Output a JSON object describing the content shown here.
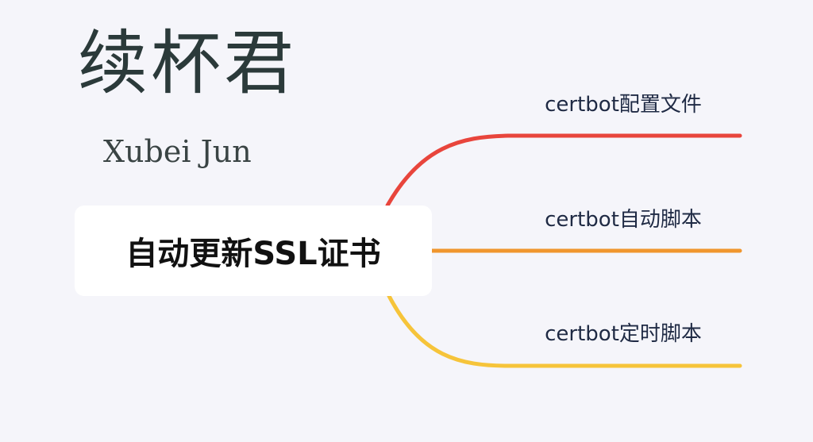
{
  "brand": {
    "name_cn": "续杯君",
    "name_en": "Xubei Jun"
  },
  "mindmap": {
    "root": "自动更新SSL证书",
    "children": [
      {
        "label": "certbot配置文件",
        "color": "#e8453c"
      },
      {
        "label": "certbot自动脚本",
        "color": "#f0962e"
      },
      {
        "label": "certbot定时脚本",
        "color": "#f6c43a"
      }
    ]
  }
}
